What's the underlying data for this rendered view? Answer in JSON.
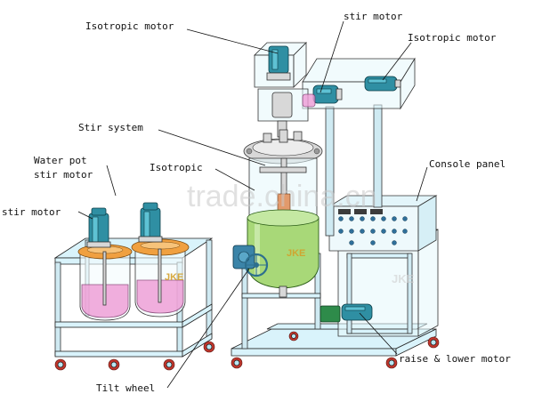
{
  "labels": {
    "isotropic_motor_top": "Isotropic motor",
    "stir_motor_top": "stir motor",
    "isotropic_motor_right": "Isotropic motor",
    "stir_system": "Stir system",
    "water_pot_line1": "Water pot",
    "water_pot_line2": "stir motor",
    "isotropic": "Isotropic",
    "console_panel": "Console panel",
    "stir_motor_left": "stir motor",
    "raise_lower_motor": "raise & lower motor",
    "tilt_wheel": "Tilt wheel"
  },
  "watermarks": {
    "site": "trade.china.cn",
    "brand_tank": "JKE",
    "brand_pot": "JKE",
    "brand_frame": "JKE"
  },
  "colors": {
    "frame": "#d9f3fb",
    "motor": "#2f8fa3",
    "tank": "#a8d878",
    "pot_lid": "#f0a040",
    "pot_content": "#ef9bd6",
    "caster": "#c0362c"
  }
}
